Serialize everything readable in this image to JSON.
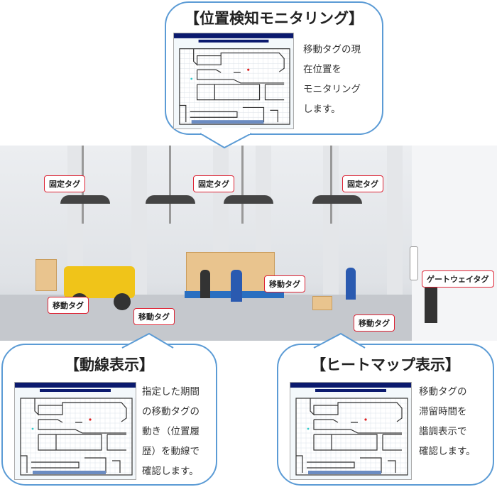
{
  "top_callout": {
    "title": "【位置検知モニタリング】",
    "text": "移動タグの現\n在位置を\nモニタリング\nします。"
  },
  "bottom_left_callout": {
    "title": "【動線表示】",
    "text": "指定した期間\nの移動タグの\n動き（位置履\n歴）を動線で\n確認します。"
  },
  "bottom_right_callout": {
    "title": "【ヒートマップ表示】",
    "text": "移動タグの\n滞留時間を\n諧調表示で\n確認します。"
  },
  "scene": {
    "fixed_tags": [
      "固定タグ",
      "固定タグ",
      "固定タグ"
    ],
    "mobile_tags": [
      "移動タグ",
      "移動タグ",
      "移動タグ",
      "移動タグ"
    ],
    "gateway_tag": "ゲートウェイタグ"
  },
  "colors": {
    "callout_border": "#5b9bd5",
    "label_border": "#dd2233",
    "signal": "#cc2222",
    "fixed_signal": "#5b9bd5",
    "gateway_signal": "#e0b020",
    "app_header": "#0b1a6e"
  }
}
